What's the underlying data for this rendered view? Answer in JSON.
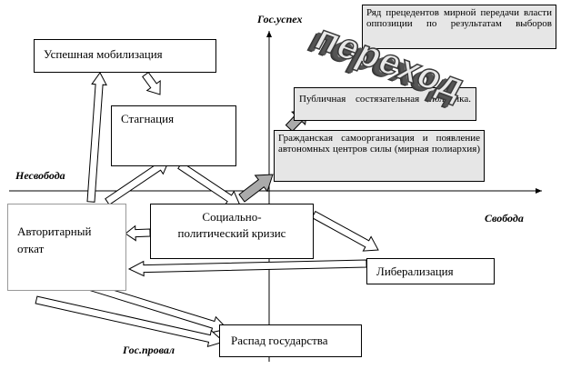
{
  "axes": {
    "vertical_top": "Гос.успех",
    "vertical_bottom": "Гос.провал",
    "horizontal_left": "Несвобода",
    "horizontal_right": "Свобода"
  },
  "nodes": {
    "mobilization": "Успешная мобилизация",
    "stagnation": "Стагнация",
    "authoritarian_1": "Авторитарный",
    "authoritarian_2": "откат",
    "crisis_1": "Социально-",
    "crisis_2": "политический кризис",
    "liberalization": "Либерализация",
    "collapse": "Распад государства",
    "precedents": "Ряд прецедентов мирной передачи власти оппозиции по результатам выборов",
    "public_politics": "Публичная состязательная политика.",
    "civil_self_org": "Гражданская самоорганизация и появление автономных центров силы (мирная полиархия)"
  },
  "stamp": "переход"
}
